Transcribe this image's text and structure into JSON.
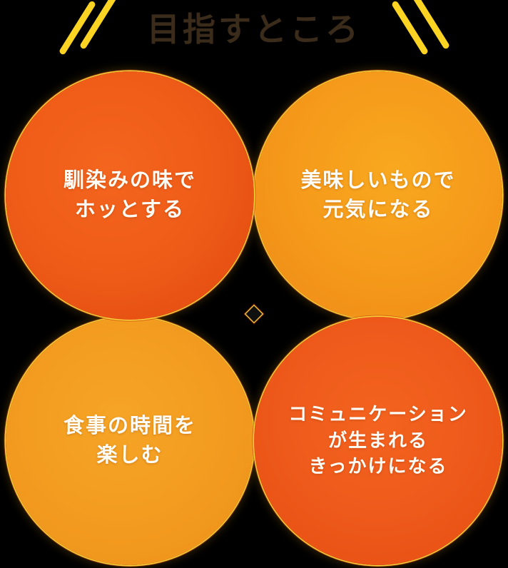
{
  "page": {
    "background_color": "#000000",
    "title_color": "#3b2b1a",
    "accent_yellow": "#fbd322",
    "rim_gold": "#fcd63c"
  },
  "header": {
    "title": "目指すところ",
    "decor_left": "double-diagonal-slash",
    "decor_right": "double-diagonal-slash"
  },
  "circles": [
    {
      "id": "top-left",
      "position": "top-left",
      "color": "#ef5c18",
      "lines": [
        "馴染みの味で",
        "ホッとする"
      ],
      "text": "馴染みの味で\nホッとする"
    },
    {
      "id": "top-right",
      "position": "top-right",
      "color": "#f69b1b",
      "lines": [
        "美味しいもので",
        "元気になる"
      ],
      "text": "美味しいもので\n元気になる"
    },
    {
      "id": "bottom-left",
      "position": "bottom-left",
      "color": "#f39c20",
      "lines": [
        "食事の時間を",
        "楽しむ"
      ],
      "text": "食事の時間を\n楽しむ"
    },
    {
      "id": "bottom-right",
      "position": "bottom-right",
      "color": "#ee5a1b",
      "lines": [
        "コミュニケーション",
        "が生まれる",
        "きっかけになる"
      ],
      "text": "コミュニケーション\nが生まれる\nきっかけになる"
    }
  ]
}
